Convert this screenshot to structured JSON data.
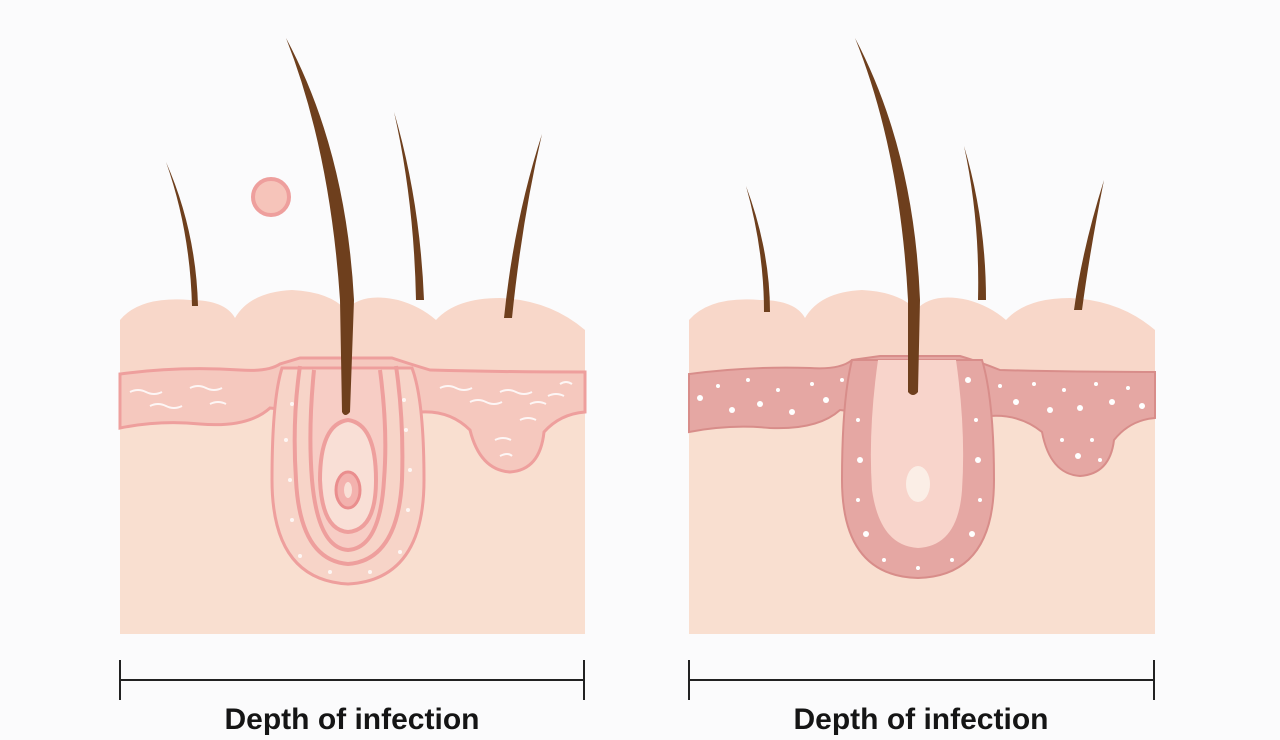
{
  "panels": [
    {
      "id": "left",
      "caption": "Depth of infection",
      "colors": {
        "skin": "#f9dfd0",
        "epidermis": "#f8d7c9",
        "band": "#f5c8be",
        "follicle": "#ef9f9e",
        "hair": "#6e3f1d",
        "cyst": "#ef9f9e"
      }
    },
    {
      "id": "right",
      "caption": "Depth of infection",
      "colors": {
        "skin": "#f9dfd0",
        "epidermis": "#f8d7c9",
        "band": "#e5a7a3",
        "follicle": "#e5a7a3",
        "hair": "#6e3f1d"
      }
    }
  ],
  "scale_bar_color": "#222222"
}
